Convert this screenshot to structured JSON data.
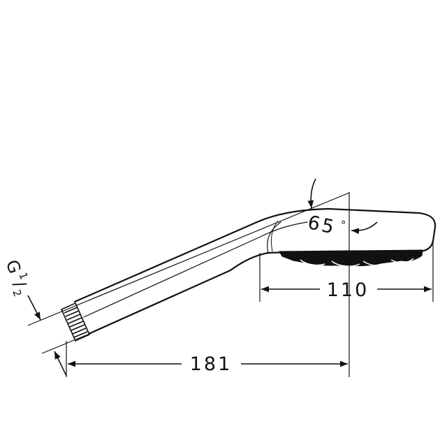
{
  "drawing": {
    "dimensions": {
      "overall_length": "181",
      "head_length": "110",
      "angle_value": "65",
      "angle_unit": "°",
      "thread_letter": "G",
      "thread_numerator": "1",
      "thread_slash": "/",
      "thread_denominator": "2"
    },
    "colors": {
      "line": "#111111",
      "background": "#ffffff"
    }
  }
}
